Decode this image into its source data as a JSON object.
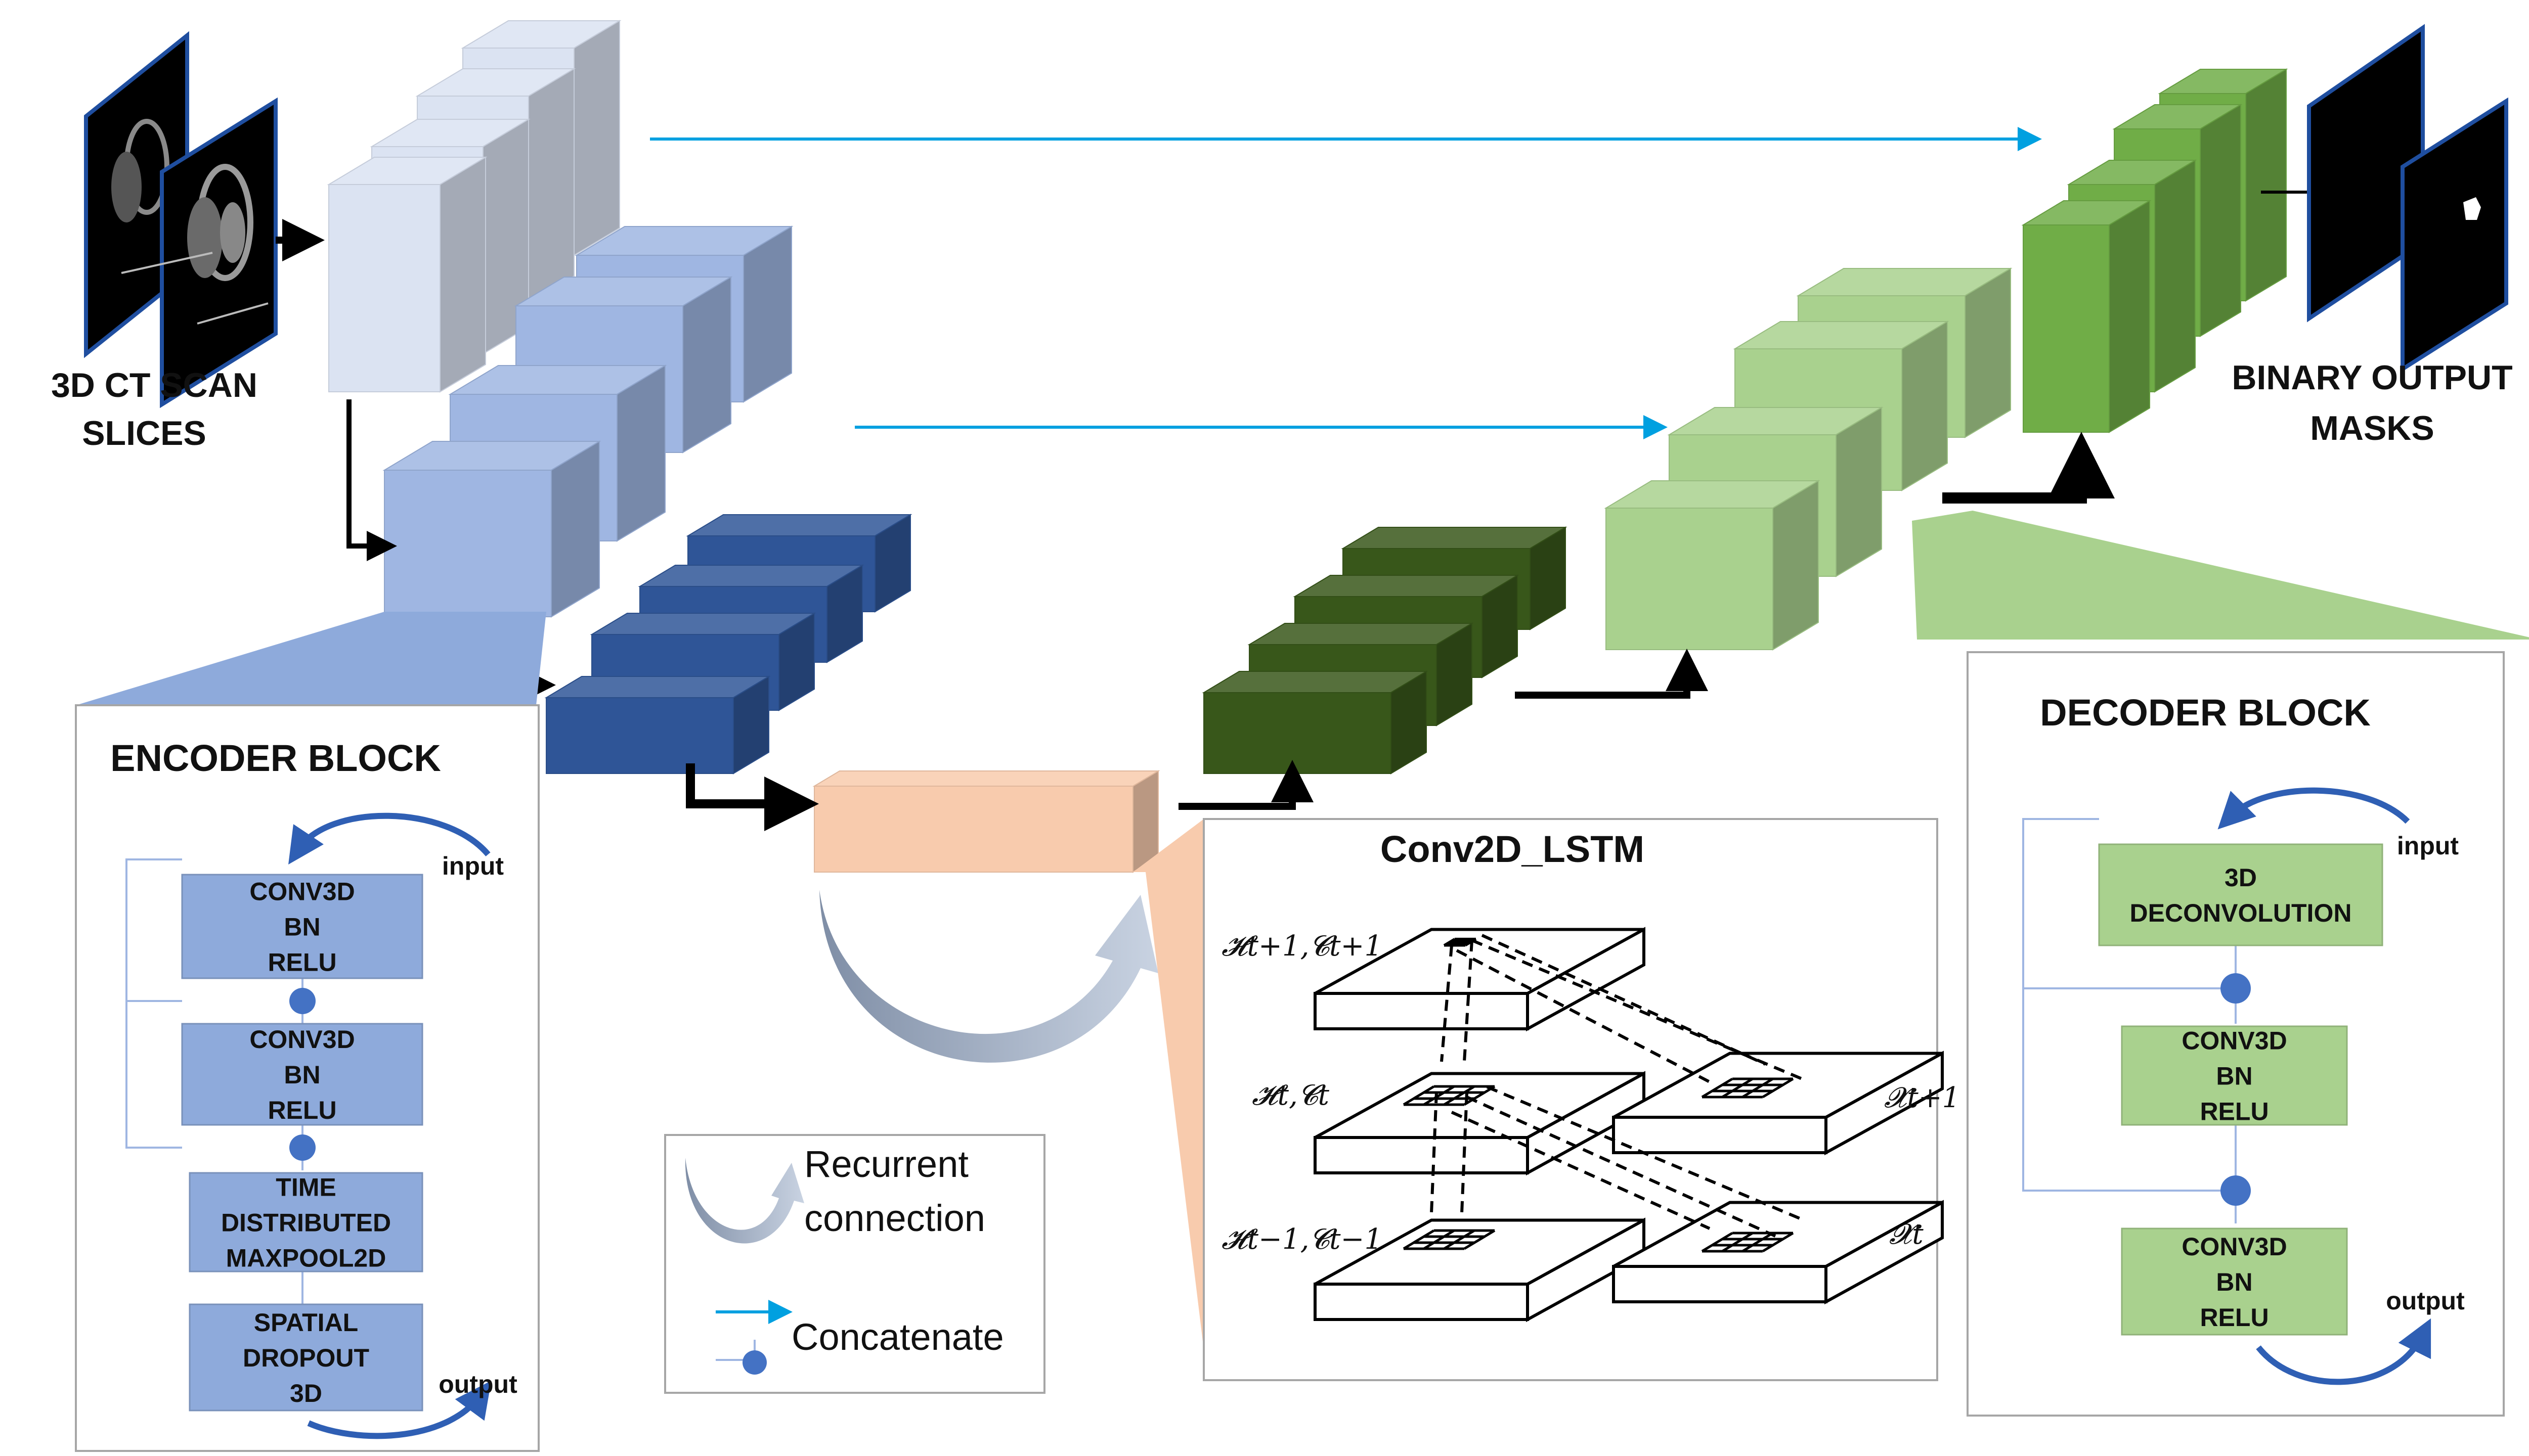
{
  "input": {
    "label_line1": "3D CT SCAN",
    "label_line2": "SLICES"
  },
  "output": {
    "label_line1": "BINARY OUTPUT",
    "label_line2": "MASKS"
  },
  "encoder_block": {
    "title": "ENCODER BLOCK",
    "input_label": "input",
    "output_label": "output",
    "layers": [
      [
        "CONV3D",
        "BN",
        "RELU"
      ],
      [
        "CONV3D",
        "BN",
        "RELU"
      ],
      [
        "TIME",
        "DISTRIBUTED",
        "MAXPOOL2D"
      ],
      [
        "SPATIAL",
        "DROPOUT",
        "3D"
      ]
    ]
  },
  "decoder_block": {
    "title": "DECODER BLOCK",
    "input_label": "input",
    "output_label": "output",
    "layers": [
      [
        "3D",
        "DECONVOLUTION"
      ],
      [
        "CONV3D",
        "BN",
        "RELU"
      ],
      [
        "CONV3D",
        "BN",
        "RELU"
      ]
    ]
  },
  "lstm_panel": {
    "title": "Conv2D_LSTM",
    "labels": {
      "h_next": "𝓗t+1,𝓒t+1",
      "h_cur": "𝓗t,𝓒t",
      "h_prev": "𝓗t−1,𝓒t−1",
      "x_next": "𝓧t+1",
      "x_cur": "𝓧t"
    }
  },
  "legend": {
    "recurrent_line1": "Recurrent",
    "recurrent_line2": "connection",
    "concatenate": "Concatenate"
  },
  "colors": {
    "enc_light": "#dbe3f2",
    "enc_mid": "#9fb6e2",
    "enc_dark": "#2f5597",
    "bottleneck": "#f8cbad",
    "dec_dark": "#38571a",
    "dec_light": "#a9d18e",
    "dec_mid": "#70ad47",
    "enc_layer_fill": "#8eaadb",
    "dec_layer_fill": "#a9d18e",
    "skip_arrow": "#00a0e0",
    "dot": "#4472c4"
  }
}
